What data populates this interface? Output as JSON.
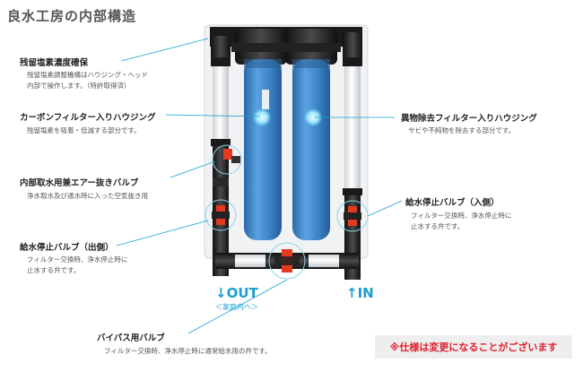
{
  "title": "良水工房の内部構造",
  "callouts": {
    "chlorine": {
      "label": "残留塩素濃度確保",
      "desc": [
        "残留塩素調整機構はハウジング・ヘッド",
        "内部で操作します。（特許取得済）"
      ]
    },
    "carbon": {
      "label": "カーボンフィルター入りハウジング",
      "desc": [
        "残留塩素を吸着・低減する部分です。"
      ]
    },
    "air": {
      "label": "内部取水用兼エアー抜きバルブ",
      "desc": [
        "浄水取水及び通水時に入った空気抜き用"
      ]
    },
    "outlet": {
      "label": "給水停止バルブ（出側）",
      "desc": [
        "フィルター交換時、浄水停止時に",
        "止水する弁です。"
      ]
    },
    "sediment": {
      "label": "異物除去フィルター入りハウジング",
      "desc": [
        "サビや不純物を除去する部分です。"
      ]
    },
    "inlet": {
      "label": "給水停止バルブ（入側）",
      "desc": [
        "フィルター交換時、浄水停止時に",
        "止水する弁です。"
      ]
    },
    "bypass": {
      "label": "バイパス用バルブ",
      "desc": [
        "フィルター交換時、浄水停止時に通常給水用の弁です。"
      ]
    }
  },
  "flow": {
    "out": "↓OUT",
    "out_sub": "＜家庭内へ＞",
    "in": "↑IN"
  },
  "notice": "※仕様は変更になることがございます",
  "colors": {
    "accent": "#1aa0cf",
    "housing": "#3f86c9",
    "valve": "#e23a1f",
    "notice": "#e0202e"
  }
}
